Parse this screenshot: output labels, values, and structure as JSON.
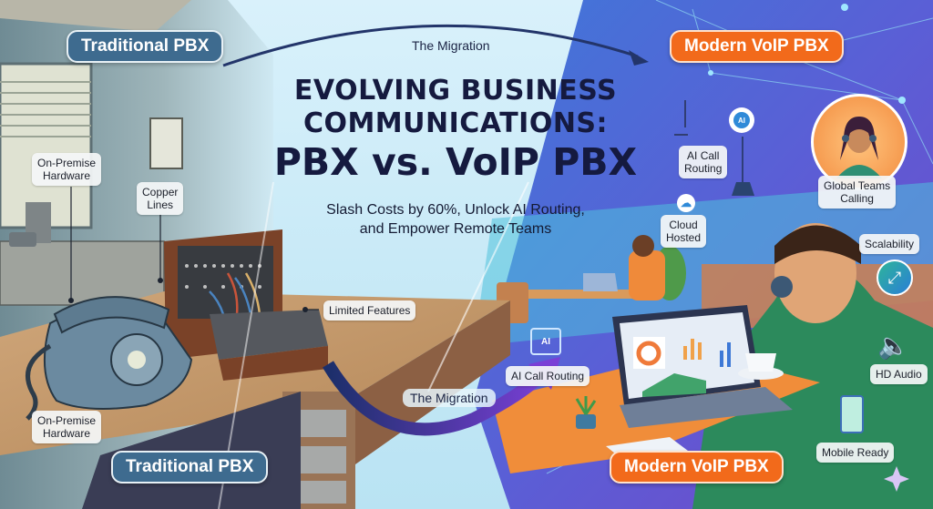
{
  "headline": {
    "line1": "EVOLVING BUSINESS",
    "line2": "COMMUNICATIONS:",
    "line3": "PBX vs. VoIP PBX"
  },
  "subheadline": {
    "line1": "Slash Costs by 60%, Unlock AI Routing,",
    "line2": "and Empower Remote Teams"
  },
  "migration": {
    "top_label": "The Migration",
    "bottom_label": "The Migration"
  },
  "traditional": {
    "badge_top": "Traditional PBX",
    "badge_bottom": "Traditional PBX",
    "color": "#3e6b8f",
    "callouts": {
      "on_premise_top": [
        "On-Premise",
        "Hardware"
      ],
      "copper_lines": [
        "Copper",
        "Lines"
      ],
      "limited_features": "Limited Features",
      "on_premise_bottom": [
        "On-Premise",
        "Hardware"
      ]
    }
  },
  "modern": {
    "badge_top": "Modern VoIP PBX",
    "badge_bottom": "Modern VoIP PBX",
    "color": "#f26a1b",
    "callouts": {
      "ai_call_routing_top": [
        "AI Call",
        "Routing"
      ],
      "global_teams": [
        "Global Teams",
        "Calling"
      ],
      "cloud_hosted": [
        "Cloud",
        "Hosted"
      ],
      "scalability": "Scalability",
      "ai_call_routing_mid": "AI Call Routing",
      "hd_audio": "HD Audio",
      "mobile_ready": "Mobile Ready"
    },
    "ai_chip_text": "AI",
    "ai_node_text": "AI"
  }
}
